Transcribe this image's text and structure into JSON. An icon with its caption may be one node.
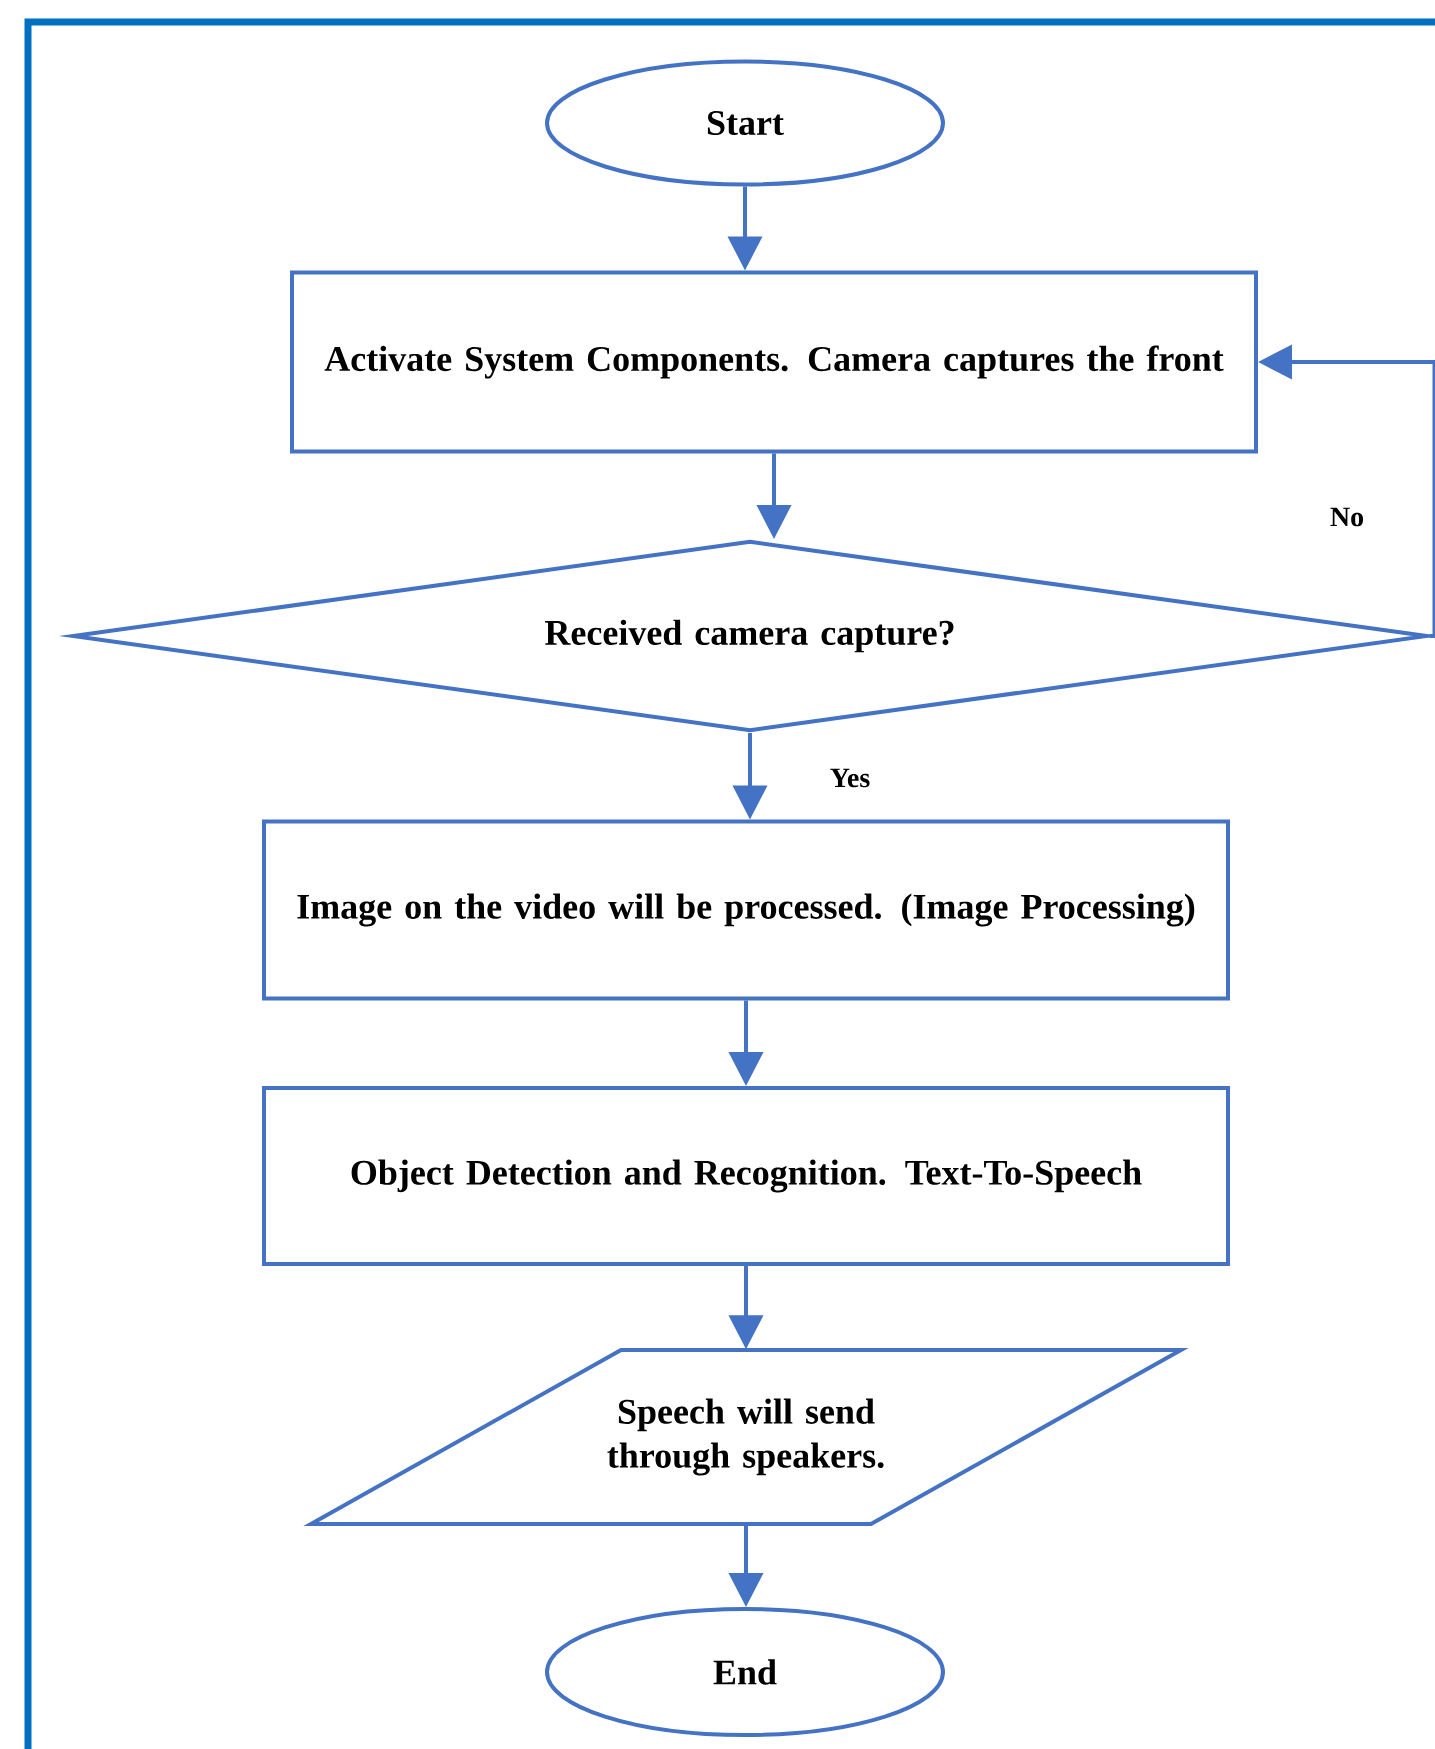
{
  "diagram": {
    "nodes": [
      {
        "text": [
          "Start"
        ]
      },
      {
        "text": [
          "Activate System Components. Camera captures the front"
        ]
      },
      {
        "text": [
          "Received camera capture?"
        ]
      },
      {
        "text": [
          "Image on the video will be processed. (Image Processing)"
        ]
      },
      {
        "text": [
          "Object Detection and Recognition. Text-To-Speech"
        ]
      },
      {
        "text": [
          "Speech will send through speakers."
        ]
      },
      {
        "text": [
          "End"
        ]
      }
    ],
    "edges": [
      {
        "from": 0,
        "to": 1,
        "arrow": "to"
      },
      {
        "from": 1,
        "to": 2,
        "arrow": "to"
      },
      {
        "from": 2,
        "to": 1,
        "arrow": "to",
        "label": "No"
      },
      {
        "from": 2,
        "to": 3,
        "arrow": "to",
        "label": "Yes"
      },
      {
        "from": 3,
        "to": 4,
        "arrow": "to"
      },
      {
        "from": 4,
        "to": 5,
        "arrow": "to"
      },
      {
        "from": 5,
        "to": 6,
        "arrow": "to"
      }
    ]
  }
}
